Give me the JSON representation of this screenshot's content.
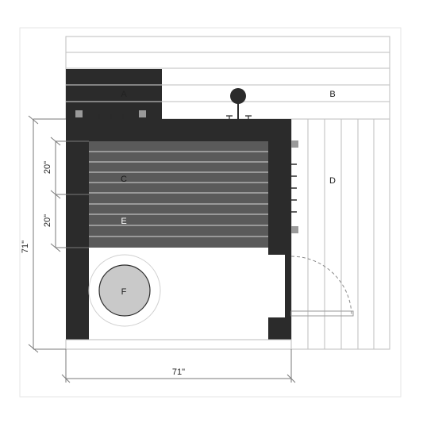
{
  "colors": {
    "wall": "#2b2b2b",
    "bench_slat": "#5a5a5a",
    "bench_line": "#d8d8d8",
    "heater": "#c9c9c9",
    "board_line": "#bdbdbd",
    "dim_line": "#7a7a7a"
  },
  "labels": {
    "A": "A",
    "B": "B",
    "C": "C",
    "D": "D",
    "E": "E",
    "F": "F"
  },
  "dimensions": {
    "height_total": "71\"",
    "width_total": "71\"",
    "bench_upper": "20\"",
    "bench_lower": "20\""
  }
}
